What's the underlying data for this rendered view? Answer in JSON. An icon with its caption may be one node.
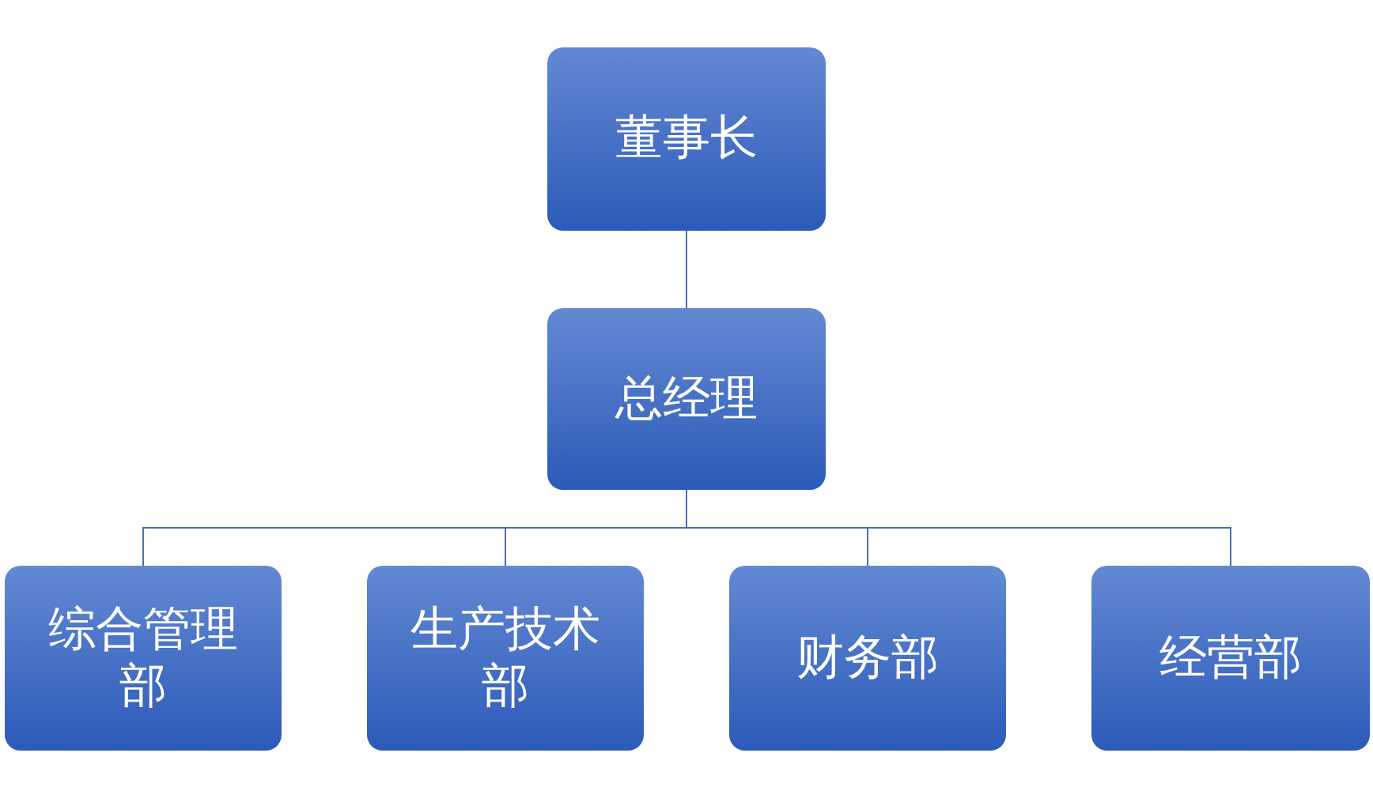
{
  "diagram": {
    "nodes": [
      {
        "text": [
          "董事长"
        ]
      },
      {
        "text": [
          "总经理"
        ]
      },
      {
        "text": [
          "综合管理部"
        ]
      },
      {
        "text": [
          "生产技术部"
        ]
      },
      {
        "text": [
          "财务部"
        ]
      },
      {
        "text": [
          "经营部"
        ]
      }
    ],
    "edges": [
      {
        "from": 0,
        "to": 1,
        "arrow": "none"
      },
      {
        "from": 1,
        "to": 2,
        "arrow": "none"
      },
      {
        "from": 1,
        "to": 3,
        "arrow": "none"
      },
      {
        "from": 1,
        "to": 4,
        "arrow": "none"
      },
      {
        "from": 1,
        "to": 5,
        "arrow": "none"
      }
    ]
  }
}
